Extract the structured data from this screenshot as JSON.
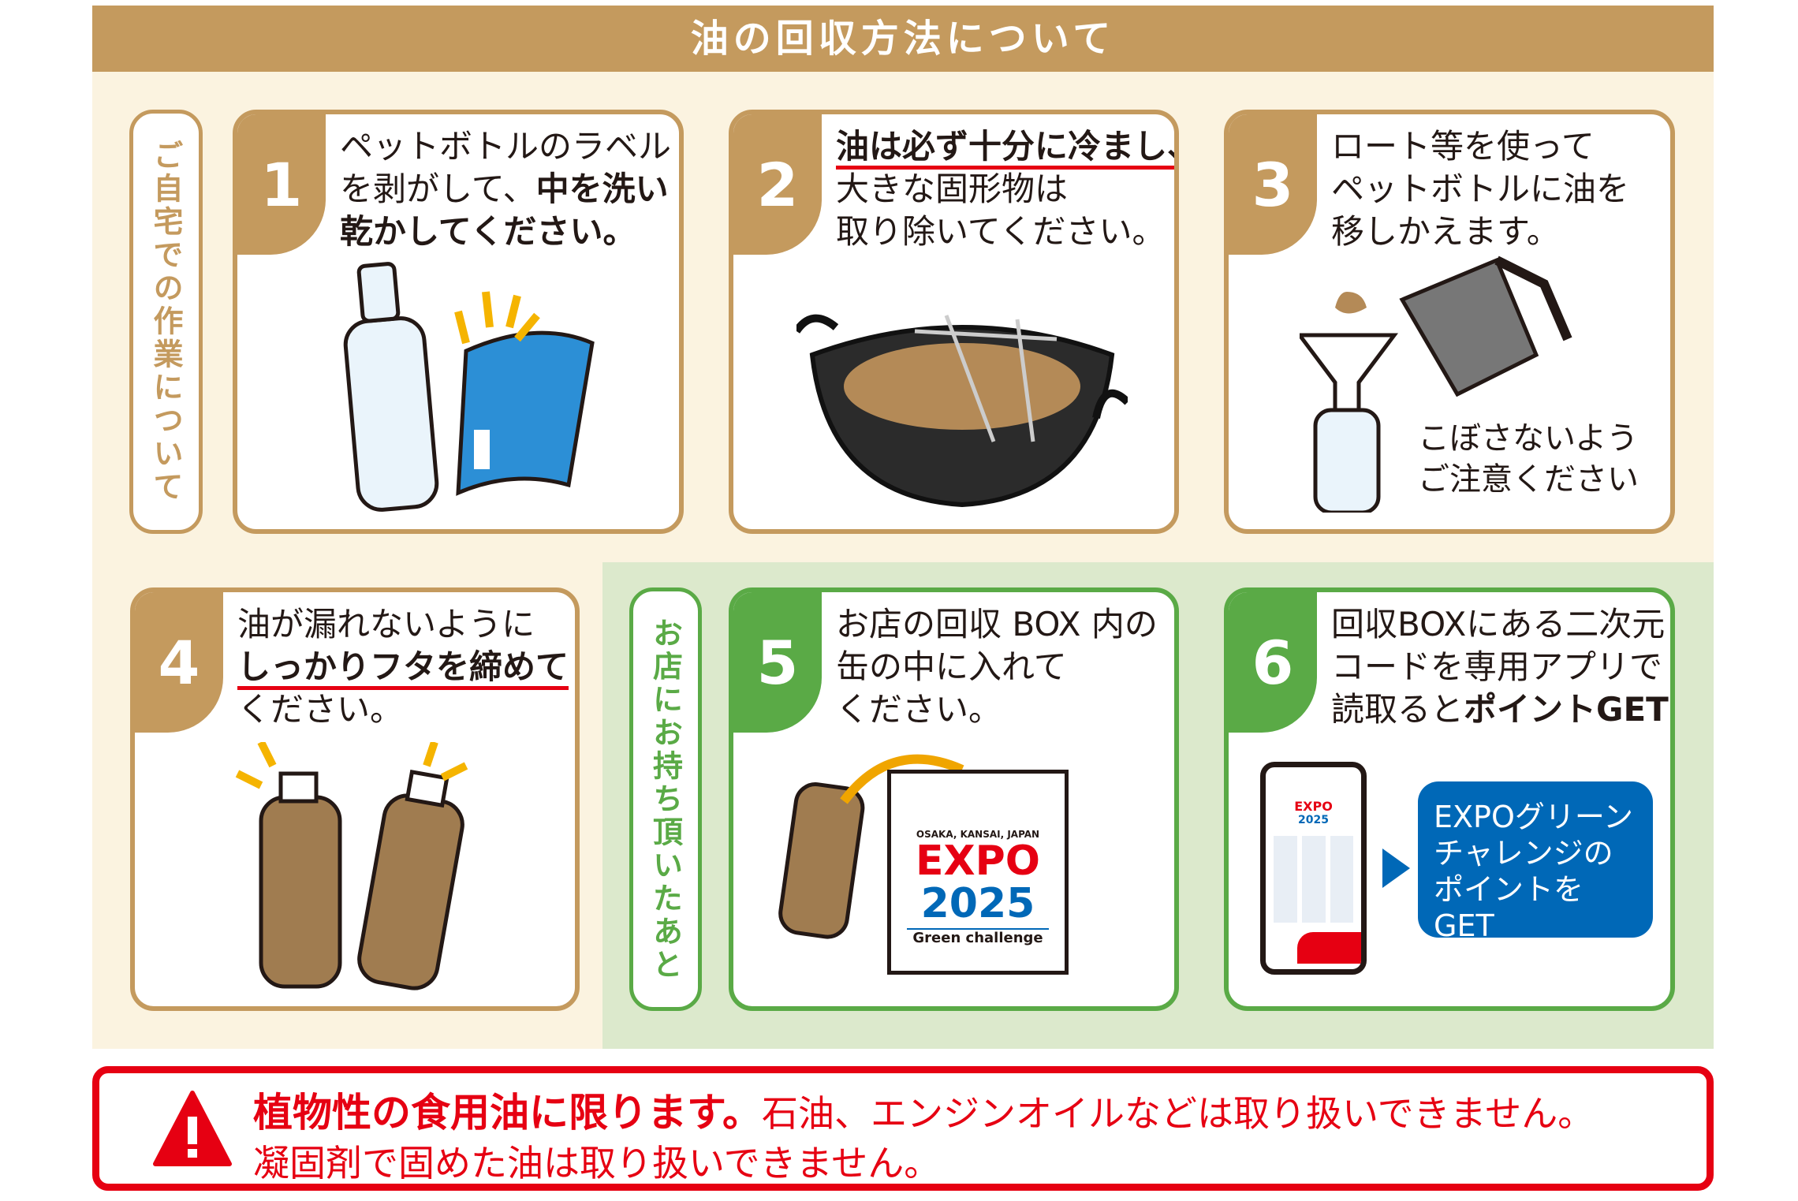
{
  "title": "油の回収方法について",
  "side_home": "ご自宅での作業について",
  "side_store": "お店にお持ち頂いたあと",
  "steps": [
    {
      "num": "1",
      "l1": "ペットボトルのラベル",
      "l2a": "を剥がして、",
      "l2b": "中を洗い",
      "l3": "乾かしてください。"
    },
    {
      "num": "2",
      "l1": "油は必ず十分に冷まし、",
      "l2": "大きな固形物は",
      "l3": "取り除いてください。"
    },
    {
      "num": "3",
      "l1": "ロート等を使って",
      "l2": "ペットボトルに油を",
      "l3": "移しかえます。",
      "note1": "こぼさないよう",
      "note2": "ご注意ください"
    },
    {
      "num": "4",
      "l1": "油が漏れないように",
      "l2": "しっかりフタを締めて",
      "l3": "ください。"
    },
    {
      "num": "5",
      "l1": "お店の回収 BOX 内の",
      "l2": "缶の中に入れて",
      "l3": "ください。",
      "box_sub": "OSAKA, KANSAI, JAPAN",
      "box_logo1": "EXPO",
      "box_logo2": "2025",
      "box_caption": "Green challenge"
    },
    {
      "num": "6",
      "l1": "回収BOXにある二次元",
      "l2": "コードを専用アプリで",
      "l3a": "読取ると",
      "l3b": "ポイントGET!",
      "app_logo1": "EXPO",
      "app_logo2": "2025",
      "cta1": "EXPOグリーン",
      "cta2": "チャレンジの",
      "cta3": "ポイントを GET"
    }
  ],
  "warning": {
    "bold": "植物性の食用油に限ります。",
    "rest": "石油、エンジンオイルなどは取り扱いできません。",
    "line2": "凝固剤で固めた油は取り扱いできません。"
  },
  "colors": {
    "tan": "#c49a5e",
    "green": "#5aaa46",
    "red": "#e60012",
    "blue": "#0068b7"
  }
}
